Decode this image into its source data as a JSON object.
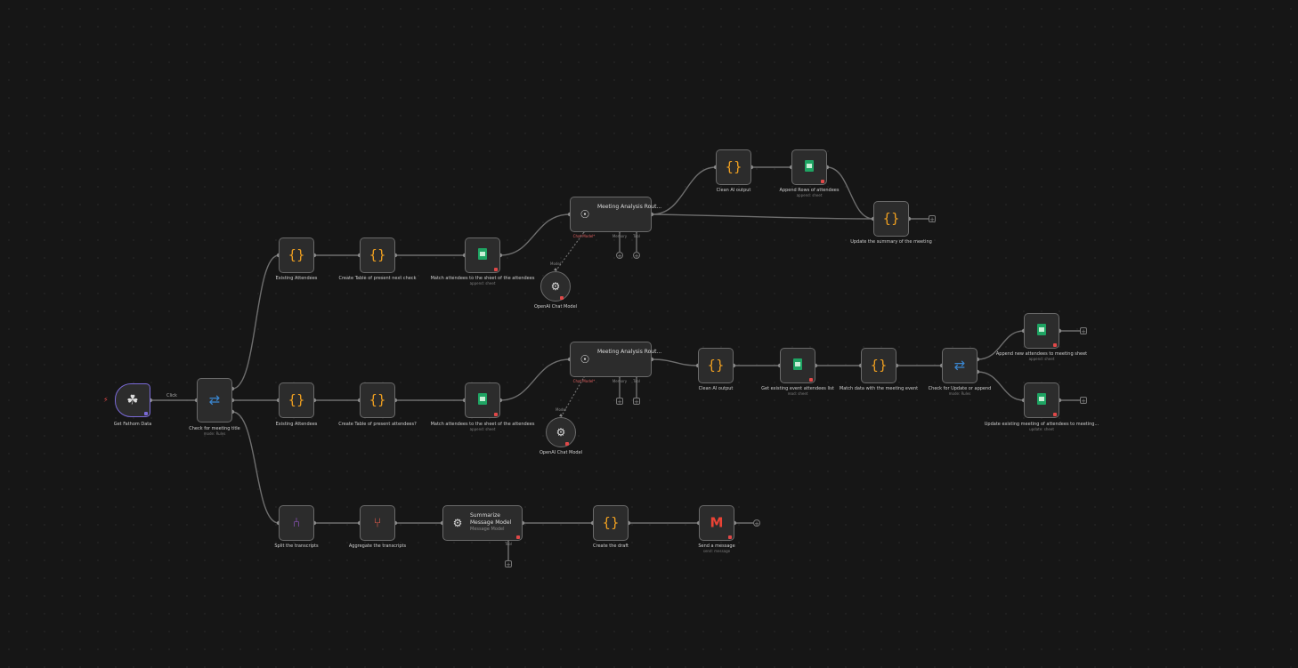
{
  "canvas": {
    "trigger": {
      "label": "Get Fathom Data"
    },
    "trigger_edge_label": "Click",
    "nodes": {
      "check_meeting_title": {
        "label": "Check for meeting title",
        "sublabel": "mode: Rules"
      },
      "existing_attendees_top": {
        "label": "Existing Attendees"
      },
      "create_table_top": {
        "label": "Create Table of present next check"
      },
      "match_attendees_top": {
        "label": "Match attendees to the sheet of the attendees",
        "sublabel": "append: sheet"
      },
      "meeting_agent_top": {
        "title": "Meeting Analysis Rout...",
        "sublabel": "Chat Model*"
      },
      "openai_chat_model_top": {
        "label": "OpenAI Chat Model"
      },
      "clean_ai_output": {
        "label": "Clean AI output"
      },
      "append_rows_top": {
        "label": "Append Rows of attendees",
        "sublabel": "append: sheet"
      },
      "update_summary": {
        "label": "Update the summary of the meeting"
      },
      "existing_attendees_mid": {
        "label": "Existing Attendees"
      },
      "create_table_mid": {
        "label": "Create Table of present attendees?"
      },
      "match_attendees_mid": {
        "label": "Match attendees to the sheet of the attendees",
        "sublabel": "append: sheet"
      },
      "meeting_agent_mid": {
        "title": "Meeting Analysis Rout...",
        "sublabel": "Chat Model*"
      },
      "openai_chat_model_mid": {
        "label": "OpenAI Chat Model"
      },
      "clean_ai_output_mid": {
        "label": "Clean AI output"
      },
      "get_existing_attendees": {
        "label": "Get existing event attendees list",
        "sublabel": "read: sheet"
      },
      "match_data": {
        "label": "Match data with the meeting event"
      },
      "check_update_append": {
        "label": "Check for Update or append",
        "sublabel": "mode: Rules"
      },
      "append_new_attendees": {
        "label": "Append new attendees to meeting sheet",
        "sublabel": "append: sheet"
      },
      "update_existing": {
        "label": "Update existing meeting of attendees to meeting...",
        "sublabel": "update: sheet"
      },
      "split_transcripts": {
        "label": "Split the transcripts"
      },
      "aggregate_transcripts": {
        "label": "Aggregate the transcripts"
      },
      "summarize": {
        "title": "Summarize",
        "subtitle": "Message Model",
        "sublabel": "Message Model"
      },
      "create_draft": {
        "label": "Create the draft"
      },
      "send_message": {
        "label": "Send a message",
        "sublabel": "send: message"
      }
    },
    "ports": {
      "chat_model": "Chat Model*",
      "memory": "Memory",
      "tool": "Tool",
      "model": "Model"
    }
  },
  "icons": {
    "code": "curly-braces",
    "sheets": "google-sheets",
    "switch": "switch-route",
    "agent": "robot",
    "openai": "openai-logo",
    "webhook": "webhook",
    "split": "split-out",
    "aggregate": "aggregate",
    "gmail": "gmail-logo"
  },
  "colors": {
    "background": "#161616",
    "node_fill": "#2c2c2c",
    "node_border": "#6a6a6a",
    "wire": "#6e6e6e",
    "code_orange": "#f0a020",
    "sheets_green": "#1fa463",
    "switch_blue": "#3a86d0",
    "split_purple": "#9b59d0",
    "aggregate_red": "#e05a4a",
    "warning_red": "#e04848",
    "trigger_accent": "#7a6ad8"
  }
}
